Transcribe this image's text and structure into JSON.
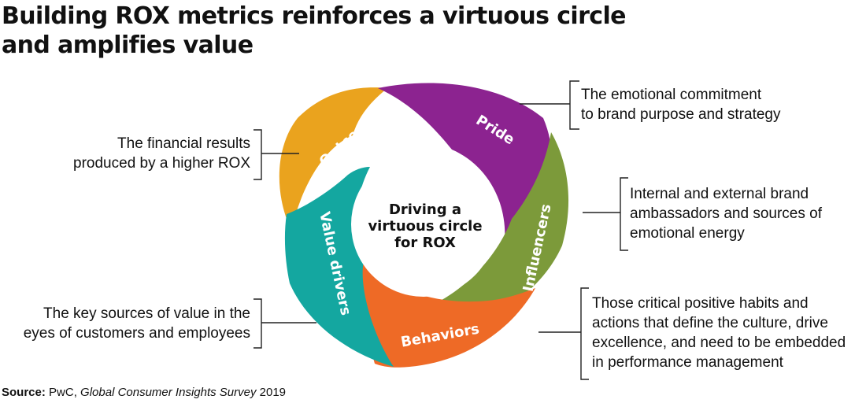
{
  "title_line1": "Building ROX metrics reinforces a virtuous circle",
  "title_line2": "and amplifies value",
  "center": {
    "line1": "Driving a",
    "line2": "virtuous circle",
    "line3": "for ROX"
  },
  "segments": [
    {
      "label": "Pride",
      "color": "#8c2390"
    },
    {
      "label": "Influencers",
      "color": "#7c9a3a"
    },
    {
      "label": "Behaviors",
      "color": "#ee6a26"
    },
    {
      "label": "Value drivers",
      "color": "#14a7a0"
    },
    {
      "label": "Outcome",
      "color": "#eaa31e"
    }
  ],
  "callouts": {
    "pride": {
      "line1": "The emotional commitment",
      "line2": "to brand purpose and strategy"
    },
    "influencers": {
      "line1": "Internal and external brand",
      "line2": "ambassadors and sources of",
      "line3": "emotional energy"
    },
    "behaviors": {
      "line1": "Those critical positive habits and",
      "line2": "actions that define the culture, drive",
      "line3": "excellence, and need to be embedded",
      "line4": "in performance management"
    },
    "outcome": {
      "line1": "The financial results",
      "line2": "produced by a higher ROX"
    },
    "value_drivers": {
      "line1": "The key sources of value in the",
      "line2": "eyes of customers and employees"
    }
  },
  "source": {
    "label": "Source:",
    "org": "PwC,",
    "publication": "Global Consumer Insights Survey",
    "year": "2019"
  }
}
